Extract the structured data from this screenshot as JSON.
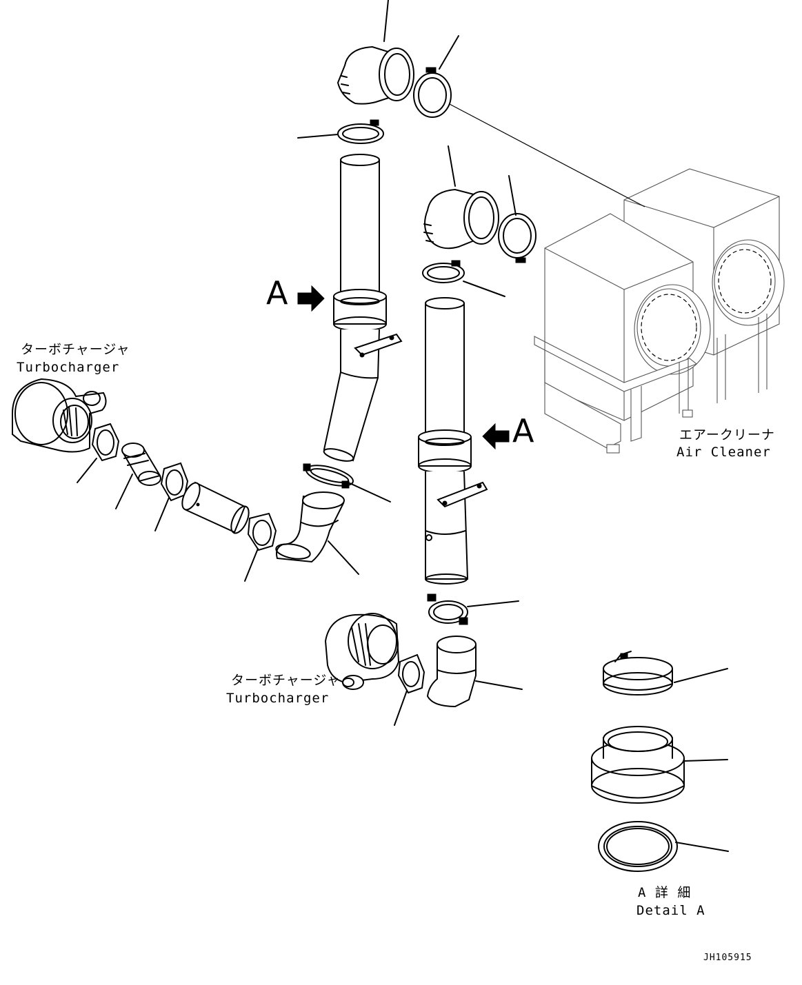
{
  "labels": {
    "turbocharger_left_jp": "ターボチャージャ",
    "turbocharger_left_en": "Turbocharger",
    "turbocharger_center_jp": "ターボチャージャ",
    "turbocharger_center_en": "Turbocharger",
    "air_cleaner_jp": "エアークリーナ",
    "air_cleaner_en": "Air Cleaner",
    "view_marker_upper": "A",
    "view_marker_lower": "A",
    "detail_jp": "A 詳 細",
    "detail_en": "Detail A",
    "drawing_code": "JH105915"
  }
}
